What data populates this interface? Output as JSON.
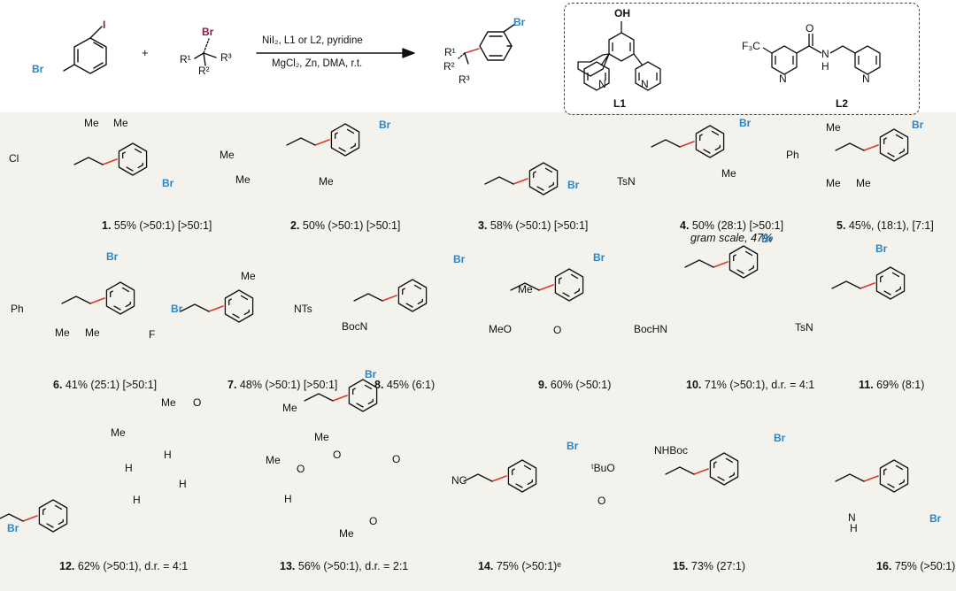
{
  "colors": {
    "bromine": "#2a86c8",
    "bromide_atom": "#8b1a4a",
    "iodine": "#8b1a4a",
    "new_bond": "#d93a2b",
    "scope_background": "#f4f2ec"
  },
  "reaction": {
    "plus": "+",
    "conditions_line1": "NiI₂, L1 or L2, pyridine",
    "conditions_line2": "MgCl₂, Zn, DMA, r.t."
  },
  "reagents": {
    "aryl_halide": {
      "I": "I",
      "Br": "Br"
    },
    "alkyl_bromide": {
      "Br": "Br",
      "R1": "R¹",
      "R2": "R²",
      "R3": "R³"
    },
    "product": {
      "R1": "R¹",
      "R2": "R²",
      "R3": "R³",
      "Br": "Br"
    }
  },
  "ligands": {
    "L1": {
      "label": "L1",
      "OH": "OH",
      "N": "N"
    },
    "L2": {
      "label": "L2",
      "CF3": "F₃C",
      "O": "O",
      "NH": "N",
      "H": "H",
      "N": "N"
    }
  },
  "products": [
    {
      "id": "1",
      "caption": "55% (>50:1) [>50:1]",
      "atoms": [
        "Cl",
        "Me",
        "Me",
        "Br"
      ]
    },
    {
      "id": "2",
      "caption": "50% (>50:1) [>50:1]",
      "atoms": [
        "Me",
        "Me",
        "Me",
        "Br"
      ]
    },
    {
      "id": "3",
      "caption": "58% (>50:1) [>50:1]",
      "atoms": [
        "Br"
      ]
    },
    {
      "id": "4",
      "caption": "50% (28:1) [>50:1]",
      "note": "gram scale, 47%",
      "atoms": [
        "TsN",
        "Me",
        "Br"
      ]
    },
    {
      "id": "5",
      "caption": "45%, (18:1), [7:1]",
      "atoms": [
        "Ph",
        "Me",
        "Me",
        "Me",
        "Br"
      ]
    },
    {
      "id": "6",
      "caption": "41% (25:1) [>50:1]",
      "atoms": [
        "Ph",
        "Me",
        "Me",
        "Br",
        "F"
      ]
    },
    {
      "id": "7",
      "caption": "48% (>50:1) [>50:1]",
      "atoms": [
        "Br",
        "Me",
        "NTs"
      ]
    },
    {
      "id": "8",
      "caption": "45% (6:1)",
      "atoms": [
        "BocN",
        "Br"
      ]
    },
    {
      "id": "9",
      "caption": "60% (>50:1)",
      "atoms": [
        "Me",
        "MeO",
        "O",
        "Br"
      ]
    },
    {
      "id": "10",
      "caption": "71% (>50:1), d.r. = 4:1",
      "atoms": [
        "BocHN",
        "Br"
      ]
    },
    {
      "id": "11",
      "caption": "69% (8:1)",
      "atoms": [
        "TsN",
        "Br"
      ]
    },
    {
      "id": "12",
      "caption": "62% (>50:1), d.r. = 4:1",
      "atoms": [
        "Me",
        "O",
        "Me",
        "H",
        "H",
        "H",
        "H",
        "Br"
      ]
    },
    {
      "id": "13",
      "caption": "56% (>50:1), d.r. = 2:1",
      "atoms": [
        "Me",
        "Me",
        "Me",
        "O",
        "O",
        "O",
        "O",
        "H",
        "Me",
        "Br"
      ]
    },
    {
      "id": "14",
      "caption": "75% (>50:1)ᵉ",
      "atoms": [
        "NC",
        "Br"
      ]
    },
    {
      "id": "15",
      "caption": "73% (27:1)",
      "atoms": [
        "ᵗBuO",
        "NHBoc",
        "O",
        "Br"
      ]
    },
    {
      "id": "16",
      "caption": "75% (>50:1)",
      "atoms": [
        "N",
        "H",
        "Br"
      ]
    }
  ]
}
